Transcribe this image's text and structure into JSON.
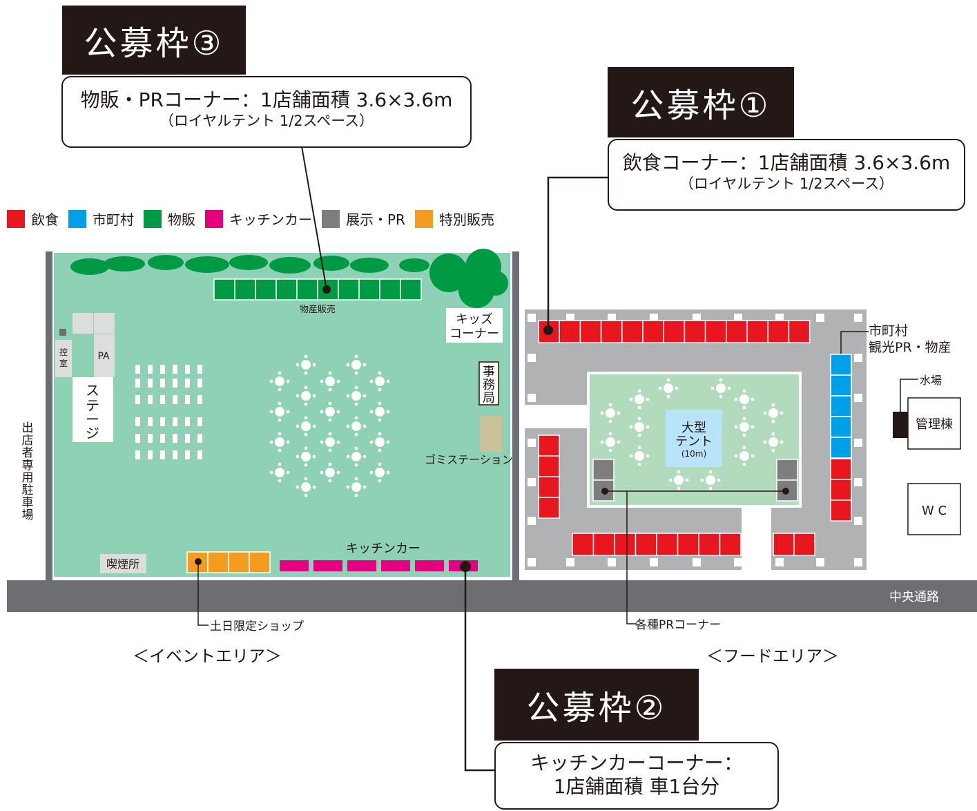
{
  "colors": {
    "food": "#e8161e",
    "municipal": "#00a0e9",
    "goods": "#009944",
    "kitchen_car": "#e4007f",
    "exhibit": "#7d7d7d",
    "special": "#f39c20",
    "event_ground": "#8ed1b4",
    "food_ground": "#b1b2b4",
    "road": "#6d6e71"
  },
  "slots": {
    "slot3": {
      "title": "公募枠③",
      "line1": "物販・PRコーナー：1店舗面積 3.6×3.6m",
      "line2": "（ロイヤルテント 1/2スペース）"
    },
    "slot1": {
      "title": "公募枠①",
      "line1": "飲食コーナー：1店舗面積 3.6×3.6m",
      "line2": "（ロイヤルテント 1/2スペース）"
    },
    "slot2": {
      "title": "公募枠②",
      "line1": "キッチンカーコーナー：",
      "line2": "1店舗面積 車1台分"
    }
  },
  "legend": [
    {
      "label": "飲食",
      "color": "#e8161e"
    },
    {
      "label": "市町村",
      "color": "#00a0e9"
    },
    {
      "label": "物販",
      "color": "#009944"
    },
    {
      "label": "キッチンカー",
      "color": "#e4007f"
    },
    {
      "label": "展示・PR",
      "color": "#7d7d7d"
    },
    {
      "label": "特別販売",
      "color": "#f39c20"
    }
  ],
  "event_area": {
    "goods_sales": "物産販売",
    "kids_corner": [
      "キッズ",
      "コーナー"
    ],
    "office": "事務局",
    "garbage": "ゴミステーション",
    "pa": "PA",
    "waiting_room": "控室",
    "stage": "ステージ",
    "smoking": "喫煙所",
    "kitchen_car": "キッチンカー",
    "weekend_shop": "土日限定ショップ",
    "caption": "＜イベントエリア＞",
    "parking": "出店者専用駐車場"
  },
  "food_area": {
    "big_tent": "大型",
    "big_tent_2": "テント",
    "big_tent_size": "(10m)",
    "municipal": "市町村",
    "municipal_2": "観光PR・物産",
    "water": "水場",
    "management": "管理棟",
    "wc": "W C",
    "pr_corner": "各種PRコーナー",
    "caption": "＜フードエリア＞"
  },
  "road": {
    "label": "中央通路"
  }
}
